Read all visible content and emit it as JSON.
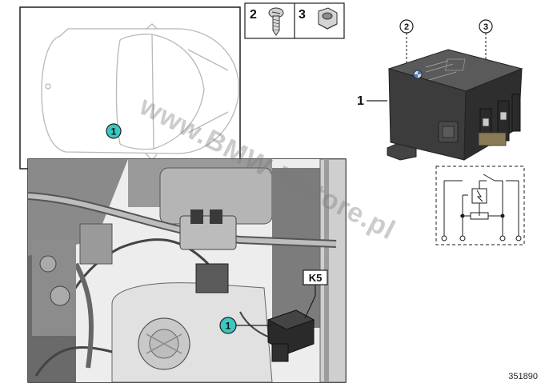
{
  "diagram": {
    "locator_marker": "1",
    "parts_key": [
      {
        "number": "2",
        "icon": "screw-icon"
      },
      {
        "number": "3",
        "icon": "nut-icon"
      }
    ],
    "relay_callouts": {
      "part_1": "1",
      "part_2": "2",
      "part_3": "3"
    },
    "photo": {
      "relay_label": "K5",
      "marker": "1"
    },
    "watermark": "www.BMW-Motore.pl",
    "document_number": "351890",
    "colors": {
      "marker_fill": "#3cc7c0",
      "line": "#1e1e1e"
    }
  }
}
